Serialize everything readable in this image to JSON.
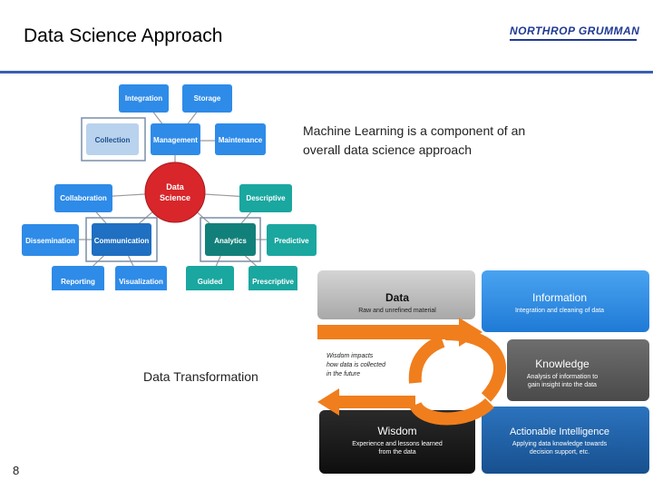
{
  "slide": {
    "title": "Data Science Approach",
    "logo_text": "NORTHROP GRUMMAN",
    "page_number": "8",
    "ml_note": "Machine Learning is a component of an overall data science approach",
    "dt_label": "Data Transformation"
  },
  "ds_diagram": {
    "center": [
      "Data",
      "Science"
    ],
    "nodes": {
      "integration": "Integration",
      "storage": "Storage",
      "collection": "Collection",
      "management": "Management",
      "maintenance": "Maintenance",
      "collaboration": "Collaboration",
      "descriptive": "Descriptive",
      "dissemination": "Dissemination",
      "communication": "Communication",
      "analytics": "Analytics",
      "predictive": "Predictive",
      "reporting": "Reporting",
      "visualization": "Visualization",
      "guided": "Guided",
      "prescriptive": "Prescriptive"
    },
    "colors": {
      "node": "#2e8be8",
      "center": "#d8262b",
      "teal": "#1aa7a0",
      "dark_teal": "#12807a"
    }
  },
  "transformation": {
    "data": {
      "title": "Data",
      "desc": "Raw and unrefined material"
    },
    "information": {
      "title": "Information",
      "desc": "Integration and cleaning of data"
    },
    "knowledge": {
      "title": "Knowledge",
      "desc": [
        "Analysis of information to",
        "gain insight into the data"
      ]
    },
    "wisdom": {
      "title": "Wisdom",
      "desc": [
        "Experience and lessons learned",
        "from the data"
      ]
    },
    "actionable": {
      "title": "Actionable Intelligence",
      "desc": [
        "Applying data knowledge towards",
        "decision support, etc."
      ]
    },
    "wisdom_note": [
      "Wisdom impacts",
      "how data is collected",
      "in the future"
    ],
    "colors": {
      "gray": "#bdbdbd",
      "blue": "#2f8ee5",
      "dark_gray": "#5d5d5d",
      "black": "#1a1a1a",
      "navy": "#1f5fa6",
      "orange": "#f07e1d"
    }
  }
}
